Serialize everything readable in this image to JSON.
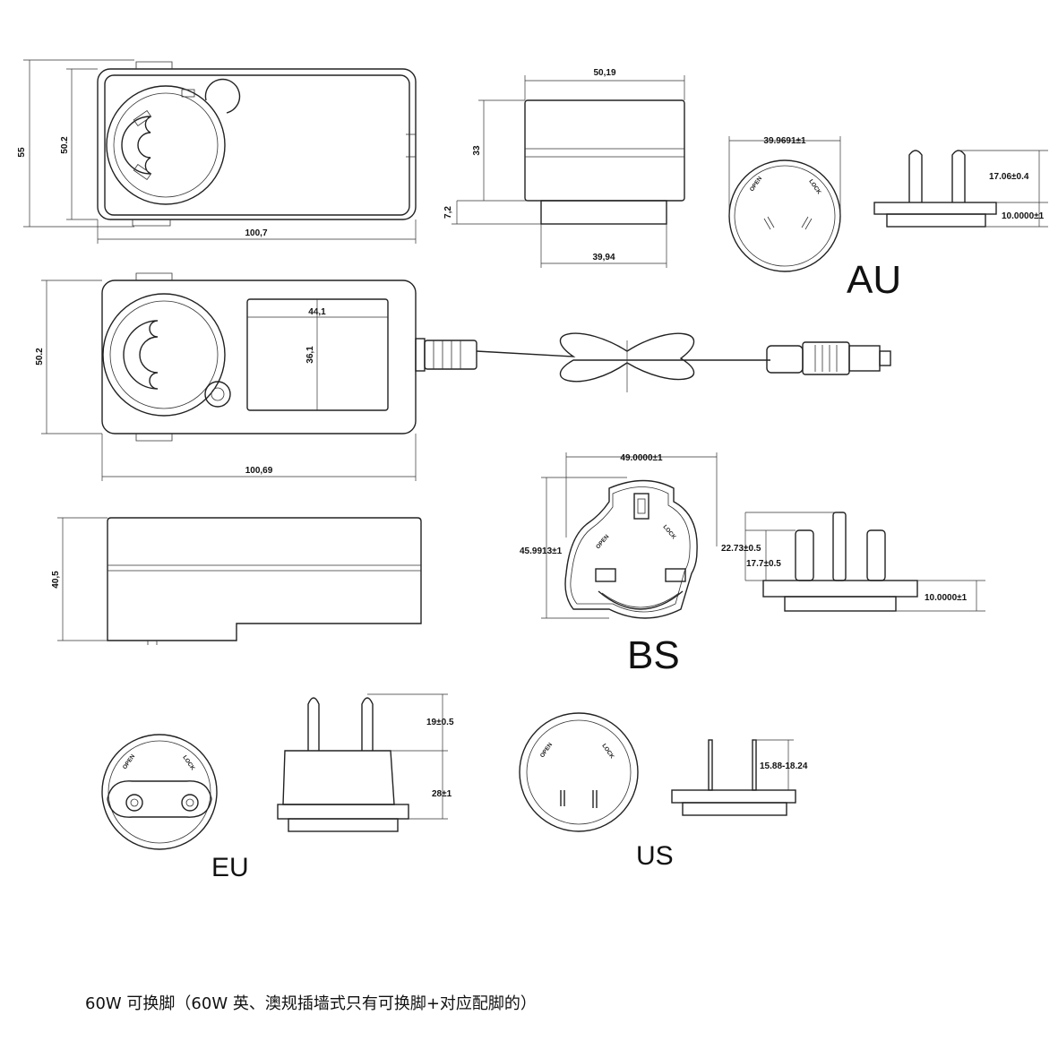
{
  "dims": {
    "top_height_outer": "55",
    "top_height_inner": "50.2",
    "top_width": "100,7",
    "side_width": "50,19",
    "side_height": "33",
    "side_base_height": "7,2",
    "side_base_width": "39,94",
    "au_diameter": "39.9691±1",
    "au_pin": "17.06±0.4",
    "au_base": "10.0000±1",
    "front_height": "50.2",
    "front_label_w": "44,1",
    "front_label_h": "36,1",
    "front_width": "100,69",
    "bs_width": "49.0000±1",
    "bs_height": "45.9913±1",
    "bs_pin_top": "22.73±0.5",
    "bs_pin_mid": "17.7±0.5",
    "bs_base": "10.0000±1",
    "side2_height": "40,5",
    "eu_pin": "19±0.5",
    "eu_body": "28±1",
    "us_pin": "15.88-18.24"
  },
  "plug_labels": {
    "au": "AU",
    "bs": "BS",
    "eu": "EU",
    "us": "US"
  },
  "dial_text": {
    "open": "OPEN",
    "lock": "LOCK"
  },
  "caption": "60W 可换脚（60W 英、澳规插墙式只有可换脚+对应配脚的）"
}
